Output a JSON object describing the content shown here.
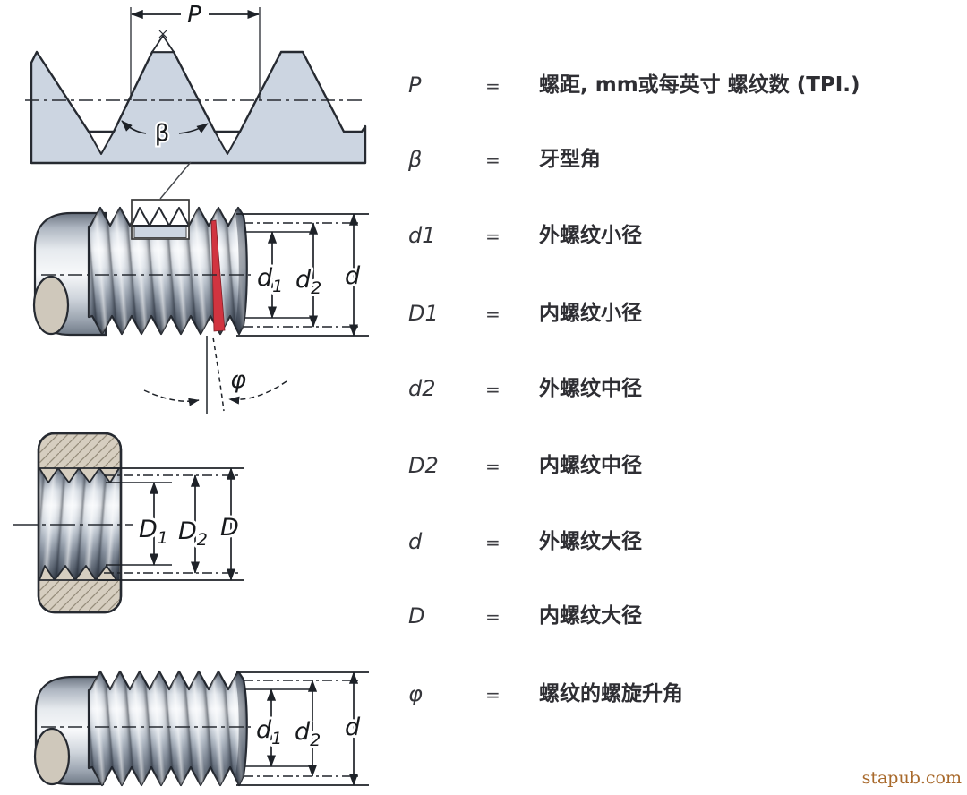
{
  "legend": {
    "equals": "=",
    "rows": [
      {
        "symbol": "P",
        "desc": "螺距, mm或每英寸 螺纹数 (TPI.)"
      },
      {
        "symbol": "β",
        "desc": "牙型角"
      },
      {
        "symbol": "d1",
        "desc": "外螺纹小径"
      },
      {
        "symbol": "D1",
        "desc": "内螺纹小径"
      },
      {
        "symbol": "d2",
        "desc": "外螺纹中径"
      },
      {
        "symbol": "D2",
        "desc": "内螺纹中径"
      },
      {
        "symbol": "d",
        "desc": "外螺纹大径"
      },
      {
        "symbol": "D",
        "desc": "内螺纹大径"
      },
      {
        "symbol": "φ",
        "desc": "螺纹的螺旋升角"
      }
    ]
  },
  "diagrams": {
    "profile": {
      "p": "P",
      "beta": "β"
    },
    "screw_top": {
      "d1": "d",
      "d1_sub": "1",
      "d2": "d",
      "d2_sub": "2",
      "d": "d",
      "phi": "φ"
    },
    "nut": {
      "D1": "D",
      "D1_sub": "1",
      "D2": "D",
      "D2_sub": "2",
      "D": "D"
    },
    "screw_bottom": {
      "d1": "d",
      "d1_sub": "1",
      "d2": "d",
      "d2_sub": "2",
      "d": "d"
    }
  },
  "colors": {
    "profile_fill": "#ccd5e1",
    "metal_light": "#f4f6f9",
    "metal_dark": "#444d5b",
    "nut_body": "#d6cec0",
    "highlight_red": "#d13440",
    "outline": "#262a31",
    "watermark": "#a8692b"
  },
  "watermark": {
    "text": "stapub.com"
  }
}
